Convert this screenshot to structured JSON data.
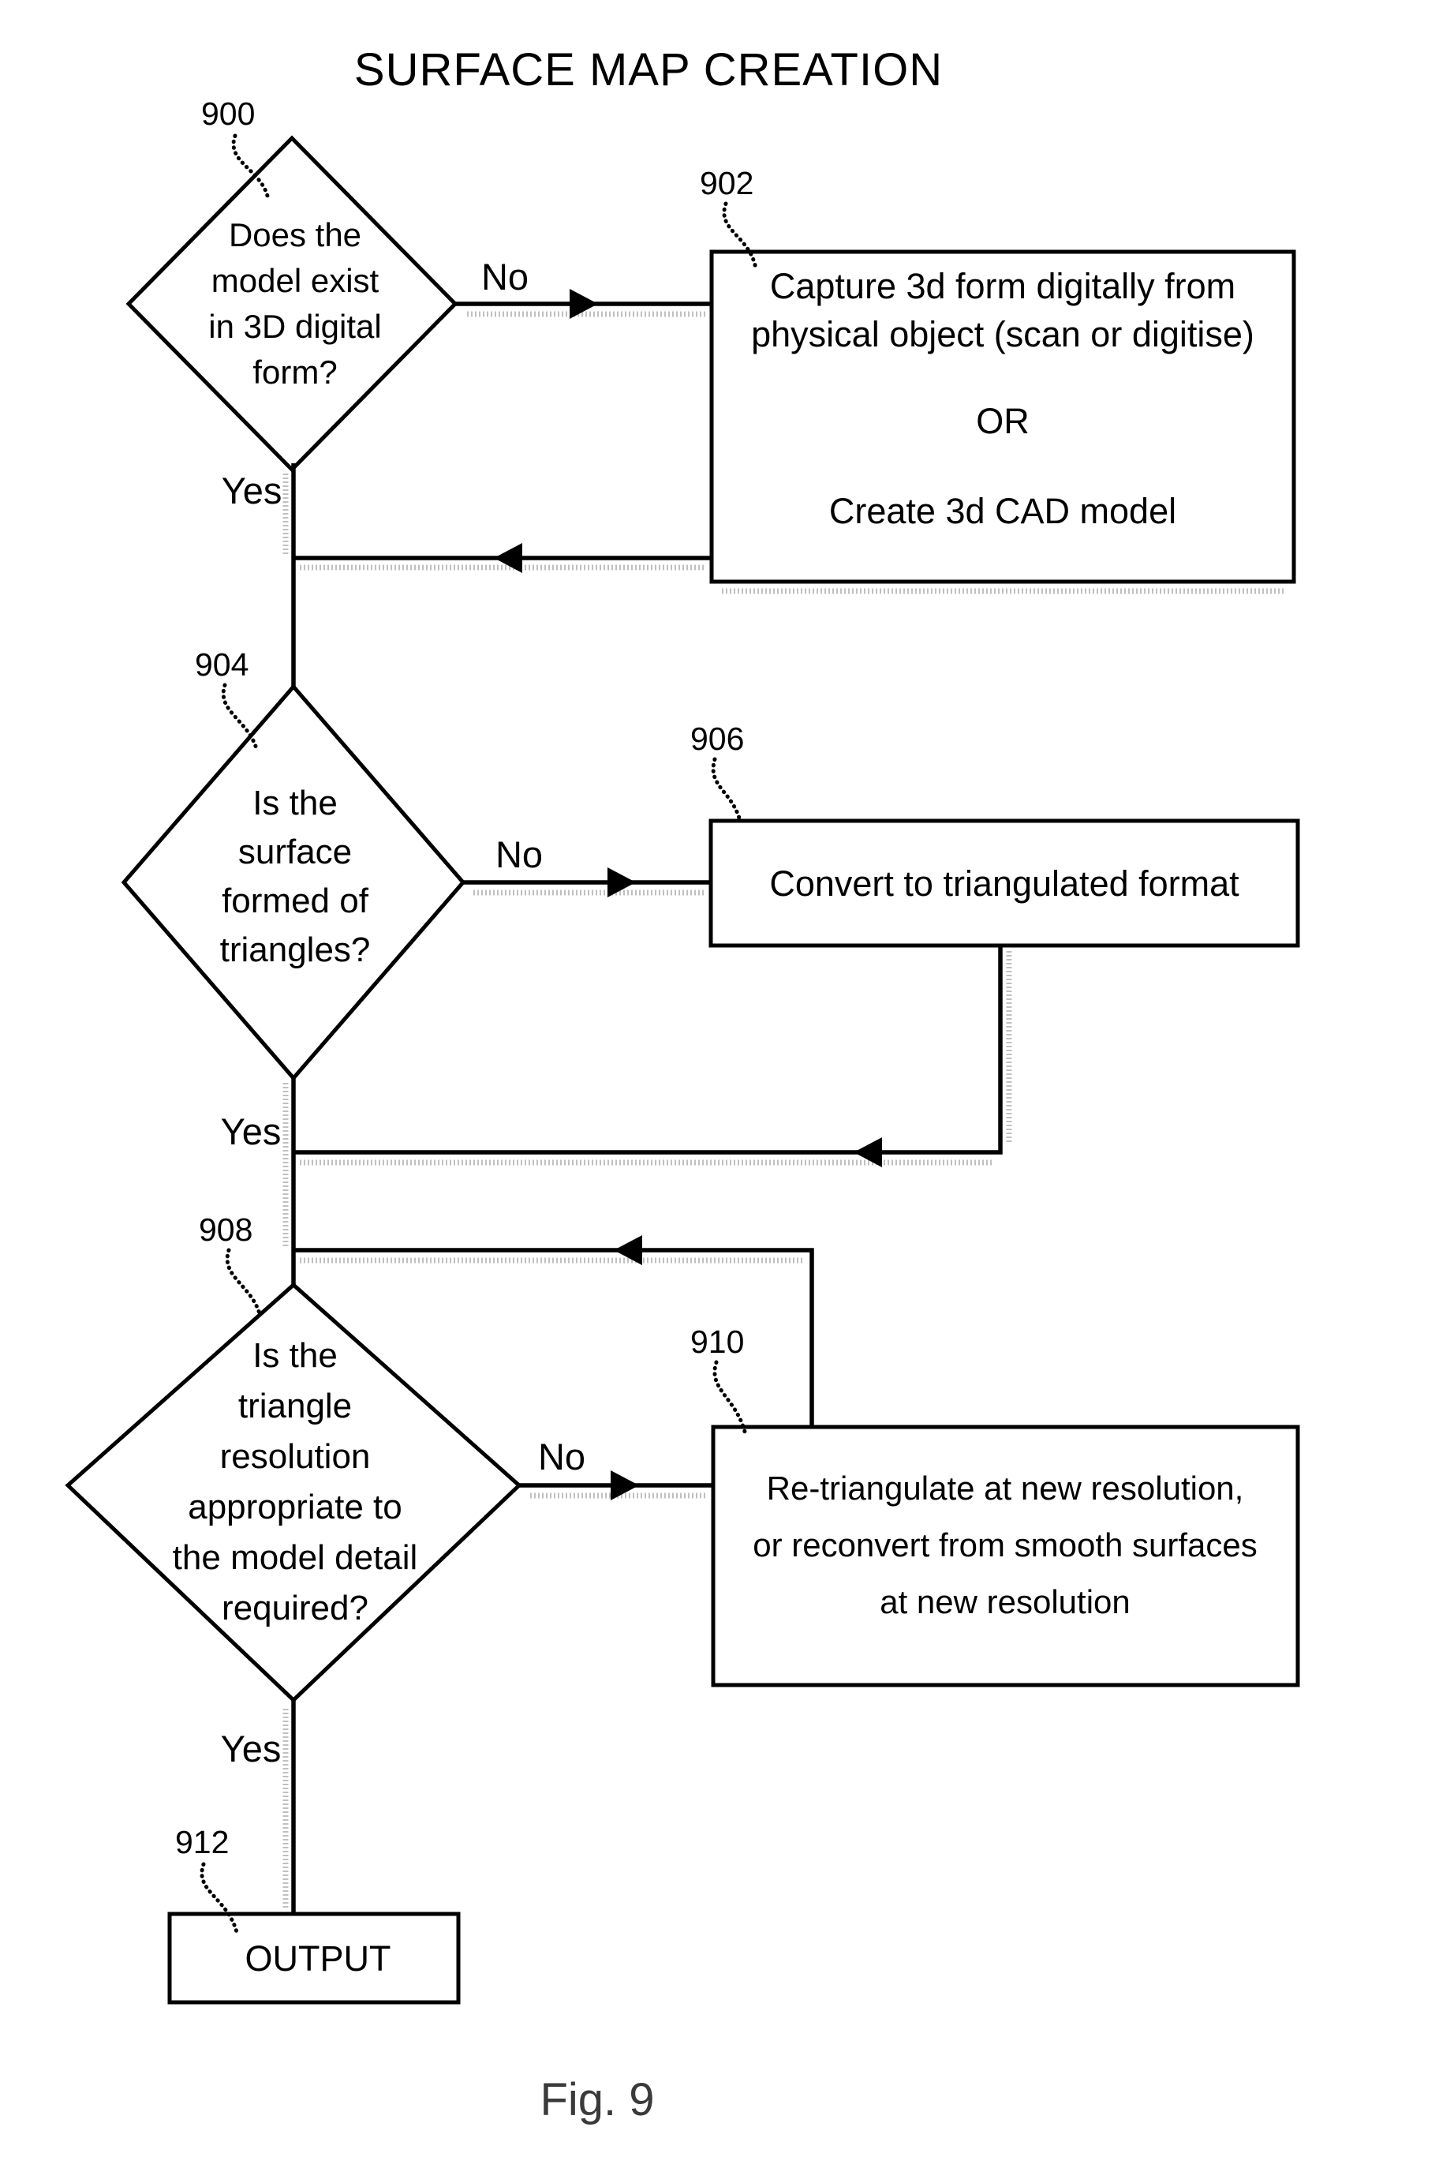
{
  "title": "SURFACE MAP CREATION",
  "figure_caption": "Fig. 9",
  "labels": {
    "yes": "Yes",
    "no": "No"
  },
  "colors": {
    "line": "#000000",
    "background": "#ffffff",
    "halftone": "#ababab",
    "caption": "#3a3a3a"
  },
  "nodes": {
    "d900": {
      "ref": "900",
      "type": "decision",
      "lines": [
        "Does the",
        "model exist",
        "in 3D digital",
        "form?"
      ]
    },
    "b902": {
      "ref": "902",
      "type": "process",
      "lines": [
        "Capture 3d form digitally from",
        "physical object (scan or digitise)",
        "OR",
        "Create 3d CAD model"
      ]
    },
    "d904": {
      "ref": "904",
      "type": "decision",
      "lines": [
        "Is the",
        "surface",
        "formed of",
        "triangles?"
      ]
    },
    "b906": {
      "ref": "906",
      "type": "process",
      "lines": [
        "Convert to triangulated format"
      ]
    },
    "d908": {
      "ref": "908",
      "type": "decision",
      "lines": [
        "Is the",
        "triangle",
        "resolution",
        "appropriate to",
        "the model detail",
        "required?"
      ]
    },
    "b910": {
      "ref": "910",
      "type": "process",
      "lines": [
        "Re-triangulate at new resolution,",
        "or reconvert from smooth surfaces",
        "at new resolution"
      ]
    },
    "b912": {
      "ref": "912",
      "type": "terminal",
      "lines": [
        "OUTPUT"
      ]
    }
  }
}
